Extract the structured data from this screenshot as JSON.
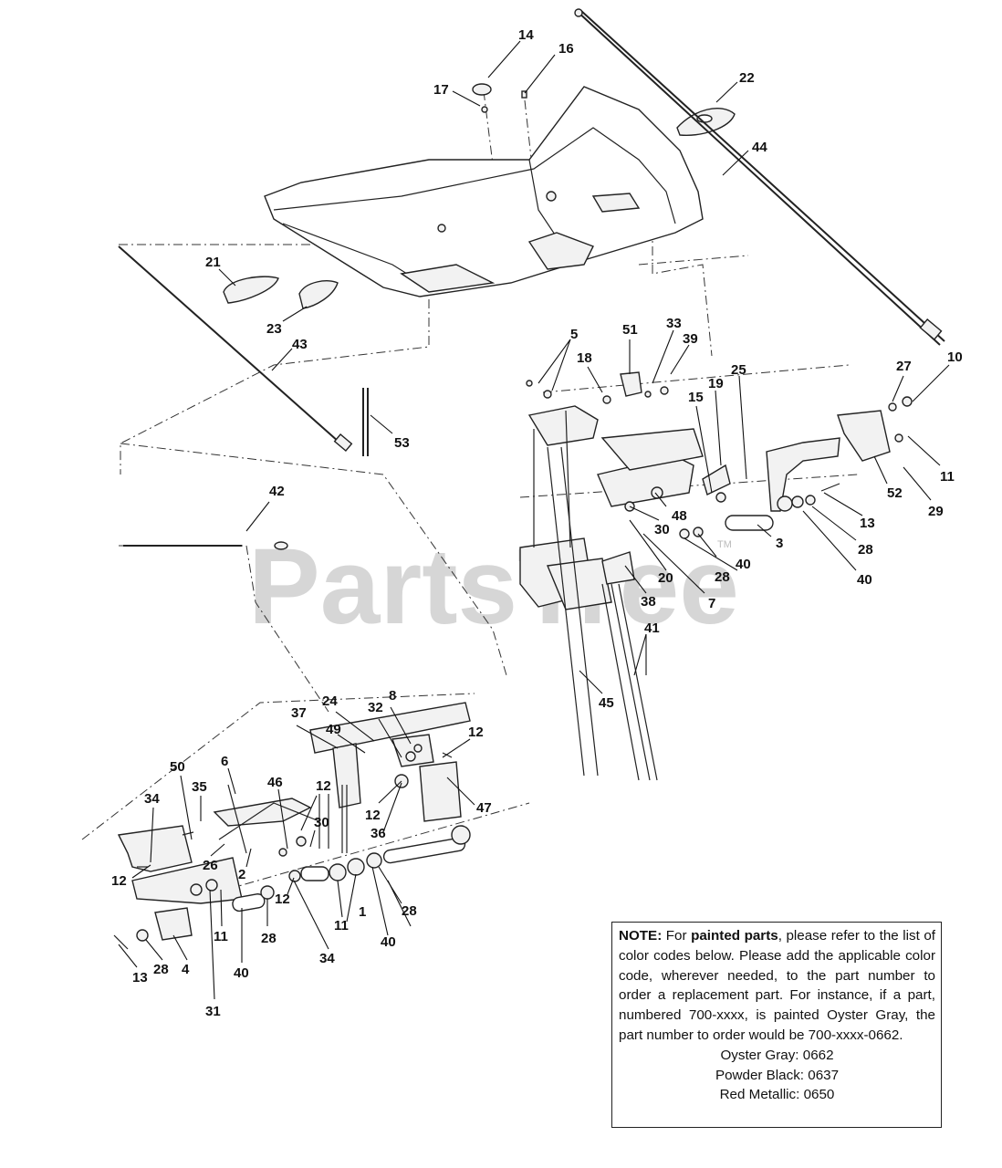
{
  "watermark": {
    "text": "PartsTree",
    "trademark": "TM"
  },
  "callouts": [
    {
      "n": "14"
    },
    {
      "n": "16"
    },
    {
      "n": "17"
    },
    {
      "n": "22"
    },
    {
      "n": "44"
    },
    {
      "n": "21"
    },
    {
      "n": "23"
    },
    {
      "n": "43"
    },
    {
      "n": "53"
    },
    {
      "n": "42"
    },
    {
      "n": "5"
    },
    {
      "n": "51"
    },
    {
      "n": "33"
    },
    {
      "n": "39"
    },
    {
      "n": "18"
    },
    {
      "n": "19"
    },
    {
      "n": "25"
    },
    {
      "n": "15"
    },
    {
      "n": "27"
    },
    {
      "n": "10"
    },
    {
      "n": "11"
    },
    {
      "n": "52"
    },
    {
      "n": "29"
    },
    {
      "n": "13"
    },
    {
      "n": "48"
    },
    {
      "n": "30"
    },
    {
      "n": "3"
    },
    {
      "n": "28"
    },
    {
      "n": "40"
    },
    {
      "n": "20"
    },
    {
      "n": "28"
    },
    {
      "n": "40"
    },
    {
      "n": "38"
    },
    {
      "n": "7"
    },
    {
      "n": "41"
    },
    {
      "n": "45"
    },
    {
      "n": "37"
    },
    {
      "n": "24"
    },
    {
      "n": "8"
    },
    {
      "n": "32"
    },
    {
      "n": "49"
    },
    {
      "n": "12"
    },
    {
      "n": "6"
    },
    {
      "n": "12"
    },
    {
      "n": "46"
    },
    {
      "n": "12"
    },
    {
      "n": "47"
    },
    {
      "n": "35"
    },
    {
      "n": "34"
    },
    {
      "n": "30"
    },
    {
      "n": "36"
    },
    {
      "n": "26"
    },
    {
      "n": "2"
    },
    {
      "n": "50"
    },
    {
      "n": "12"
    },
    {
      "n": "12"
    },
    {
      "n": "11"
    },
    {
      "n": "1"
    },
    {
      "n": "28"
    },
    {
      "n": "11"
    },
    {
      "n": "40"
    },
    {
      "n": "28"
    },
    {
      "n": "34"
    },
    {
      "n": "13"
    },
    {
      "n": "28"
    },
    {
      "n": "4"
    },
    {
      "n": "40"
    },
    {
      "n": "31"
    }
  ],
  "note": {
    "lead": "NOTE:",
    "t1": " For ",
    "bold1": "painted parts",
    "t2": ", please refer to the list of color codes below. Please add the applicable color code, wherever needed, to the part number to order a replacement part. For instance, if a part, numbered 700-xxxx, is painted Oyster Gray,  the part number to order would be 700-xxxx-0662.",
    "codes": [
      "Oyster Gray: 0662",
      "Powder Black: 0637",
      "Red Metallic: 0650"
    ]
  }
}
